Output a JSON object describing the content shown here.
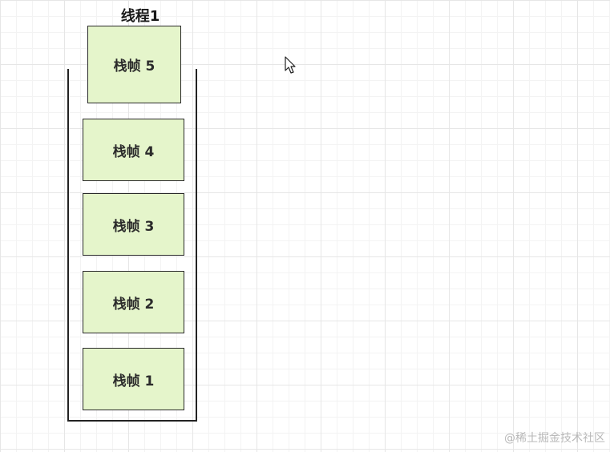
{
  "diagram": {
    "thread_title": "线程1",
    "frames": [
      {
        "label": "栈帧 5"
      },
      {
        "label": "栈帧 4"
      },
      {
        "label": "栈帧 3"
      },
      {
        "label": "栈帧 2"
      },
      {
        "label": "栈帧 1"
      }
    ]
  },
  "watermark": "@稀土掘金技术社区",
  "icons": {
    "cursor": "mouse-pointer-icon"
  },
  "colors": {
    "frame_fill": "#e5f5cb",
    "frame_border": "#2a2a2a",
    "stack_border": "#222222"
  }
}
